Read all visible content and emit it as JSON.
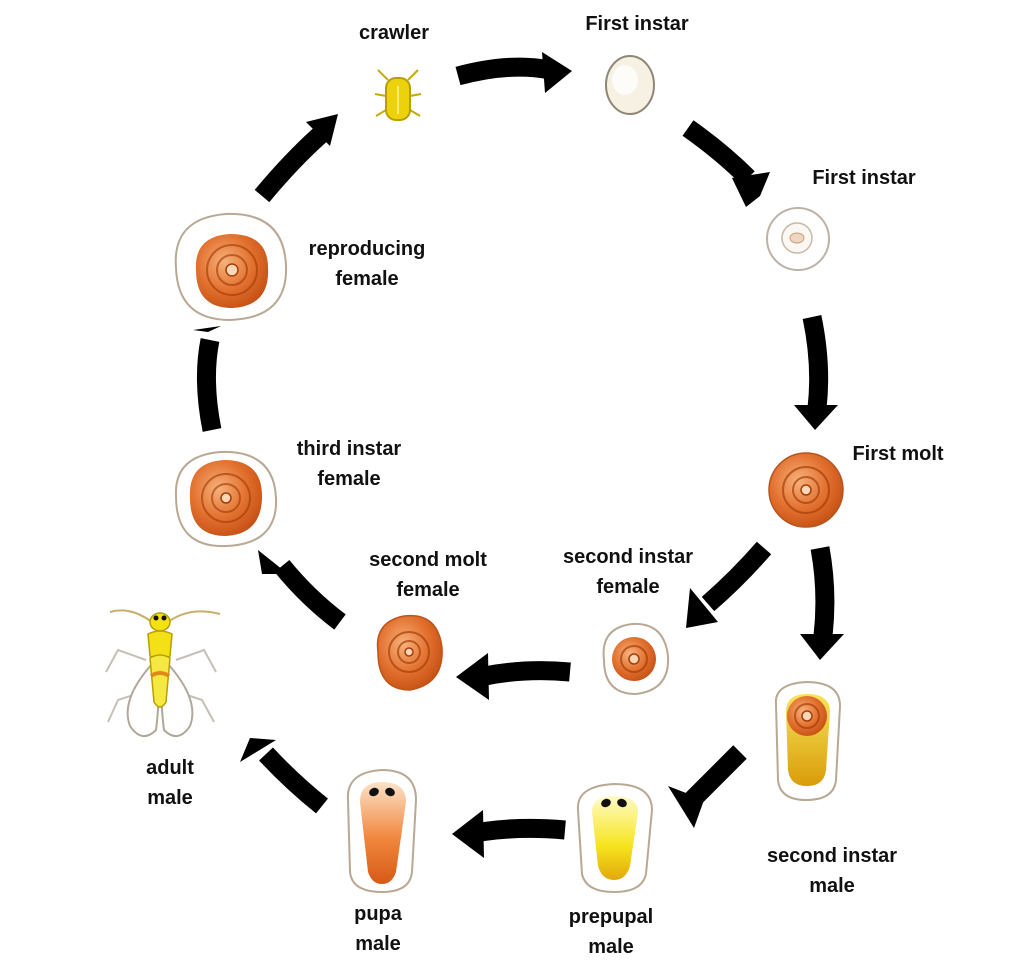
{
  "colors": {
    "arrow": "#000000",
    "scale_orange": "#d75a1c",
    "scale_light": "#f4a36a",
    "cover_outline": "#b9a894",
    "male_yellow": "#f4e016",
    "crawler_yellow": "#ecd20b"
  },
  "stages": {
    "crawler": {
      "line1": "crawler"
    },
    "first_instar_a": {
      "line1": "First instar"
    },
    "first_instar_b": {
      "line1": "First instar"
    },
    "first_molt": {
      "line1": "First molt"
    },
    "second_instar_female": {
      "line1": "second instar",
      "line2": "female"
    },
    "second_molt_female": {
      "line1": "second molt",
      "line2": "female"
    },
    "third_instar_female": {
      "line1": "third instar",
      "line2": "female"
    },
    "reproducing_female": {
      "line1": "reproducing",
      "line2": "female"
    },
    "second_instar_male": {
      "line1": "second instar",
      "line2": "male"
    },
    "prepupal_male": {
      "line1": "prepupal",
      "line2": "male"
    },
    "pupa_male": {
      "line1": "pupa",
      "line2": "male"
    },
    "adult_male": {
      "line1": "adult",
      "line2": "male"
    }
  }
}
